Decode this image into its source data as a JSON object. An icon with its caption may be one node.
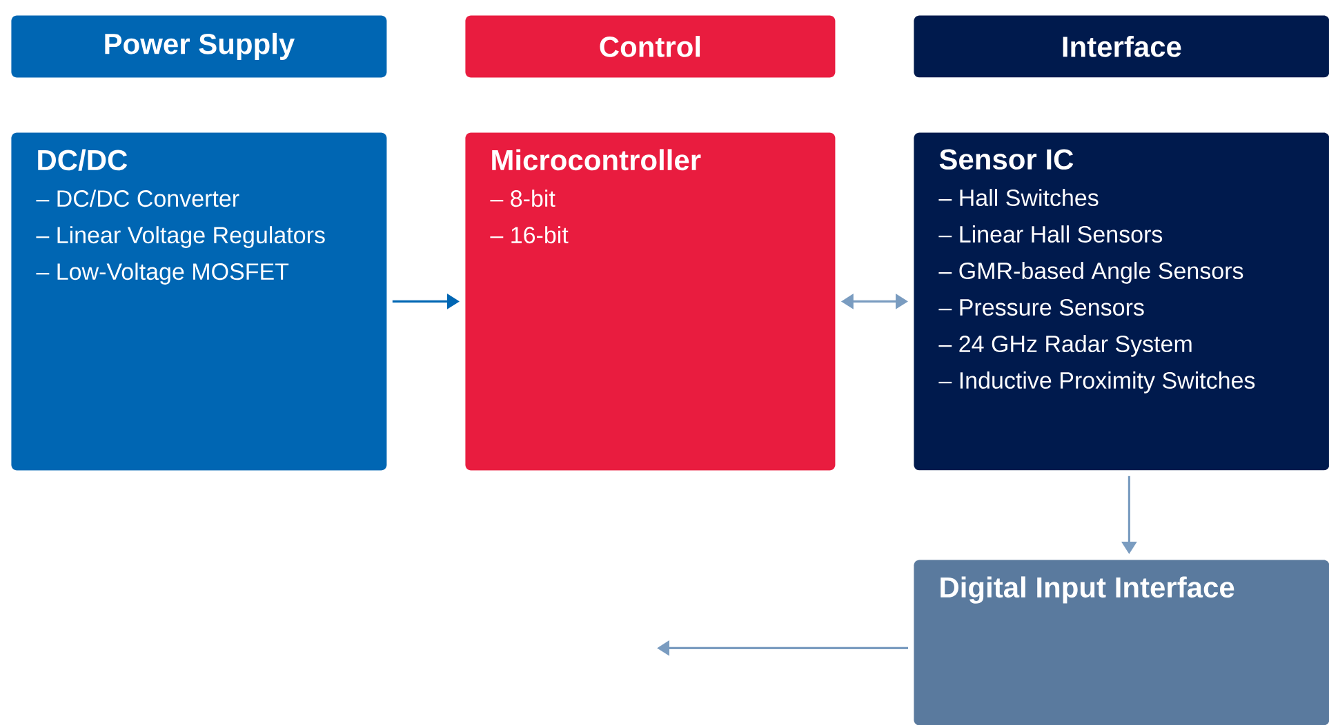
{
  "diagram": {
    "nodes": [
      {
        "text": [
          "Power Supply"
        ]
      },
      {
        "text": [
          "Control"
        ]
      },
      {
        "text": [
          "Interface"
        ]
      },
      {
        "text": [
          "DC/DC",
          "– DC/DC Converter",
          "– Linear Voltage Regulators",
          "– Low-Voltage MOSFET"
        ]
      },
      {
        "text": [
          "Microcontroller",
          "– 8-bit",
          "– 16-bit"
        ]
      },
      {
        "text": [
          "Sensor IC",
          "– Hall Switches",
          "– Linear Hall Sensors",
          "– GMR-based Angle Sensors",
          "– Pressure Sensors",
          "– 24 GHz Radar System",
          "– Inductive Proximity Switches"
        ]
      },
      {
        "text": [
          "Digital Input Interface"
        ]
      }
    ],
    "edges": [
      {
        "from": 3,
        "to": 4,
        "arrow": "to",
        "color": "#0066b3"
      },
      {
        "from": 4,
        "to": 5,
        "arrow": "both"
      },
      {
        "from": 5,
        "to": 6,
        "arrow": "to"
      },
      {
        "from": 6,
        "to": null,
        "arrow": "to"
      }
    ]
  }
}
